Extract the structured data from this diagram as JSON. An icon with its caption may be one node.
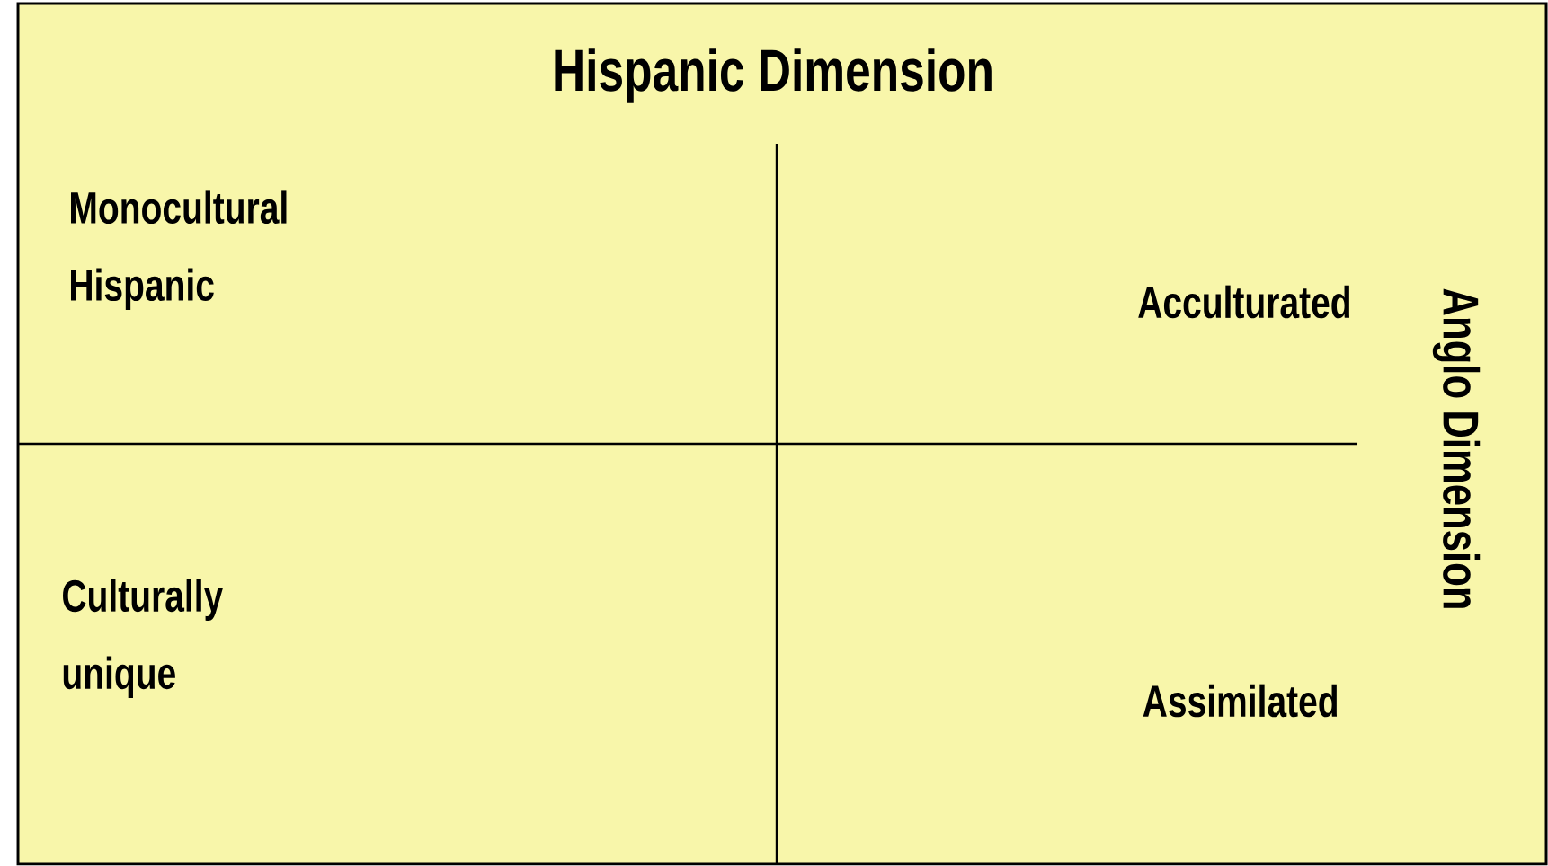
{
  "diagram": {
    "title": "Hispanic Dimension",
    "labels": [
      "Monocultural Hispanic",
      "Acculturated",
      "Culturally unique",
      "Assimilated",
      "Anglo Dimension"
    ]
  }
}
